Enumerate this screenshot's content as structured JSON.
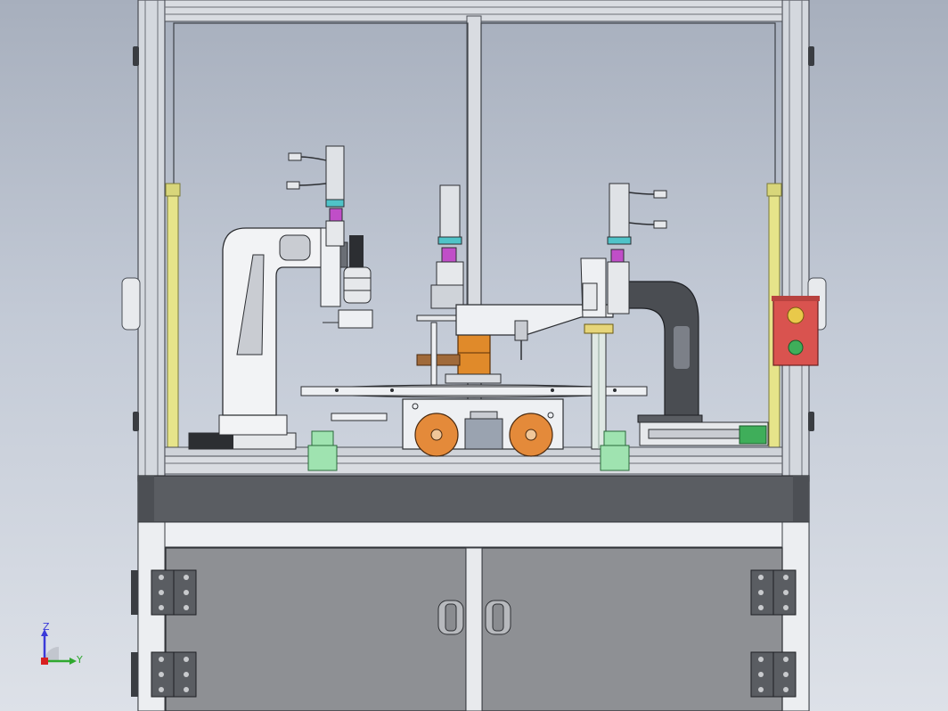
{
  "view": {
    "type": "CAD isometric assembly view",
    "background_top": "#a7afbd",
    "background_bottom": "#dde1e8"
  },
  "colors": {
    "frame": "#d4d8de",
    "frame_edge": "#4a4e55",
    "panel_dark": "#5a5d62",
    "cabinet_door": "#8e9094",
    "robot_white": "#f2f3f5",
    "bearing_orange": "#e08a2a",
    "wheel_orange": "#e48a3a",
    "green_foot": "#9fe3b0",
    "yellow_guard": "#e6e48a",
    "estop_red": "#d9534f",
    "estop_green": "#3fae5a",
    "motor_cyan": "#4fc3c8",
    "magenta_part": "#c04ec8",
    "bracket_dark": "#4a4d52"
  },
  "triad": {
    "z_label": "Z",
    "y_label": "Y",
    "z_color": "#3a3ad8",
    "y_color": "#2fa82f",
    "origin_color": "#d82020"
  }
}
